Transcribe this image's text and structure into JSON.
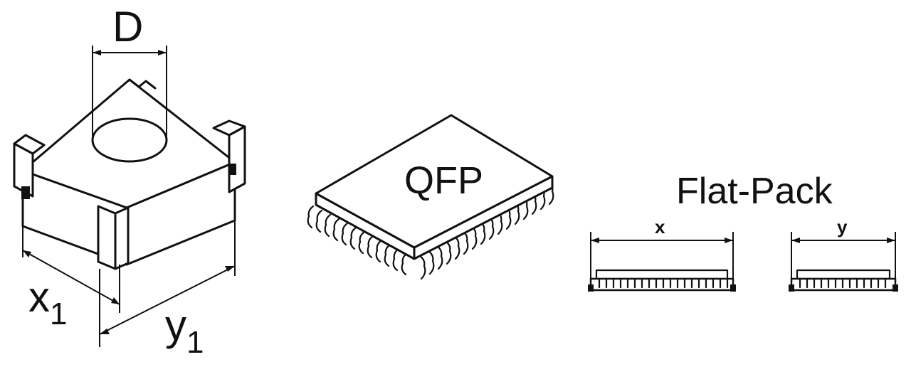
{
  "labels": {
    "diameter": "D",
    "x1_main": "x",
    "x1_sub": "1",
    "y1_main": "y",
    "y1_sub": "1",
    "qfp": "QFP",
    "flat_pack": "Flat-Pack",
    "flat_x": "x",
    "flat_y": "y"
  }
}
